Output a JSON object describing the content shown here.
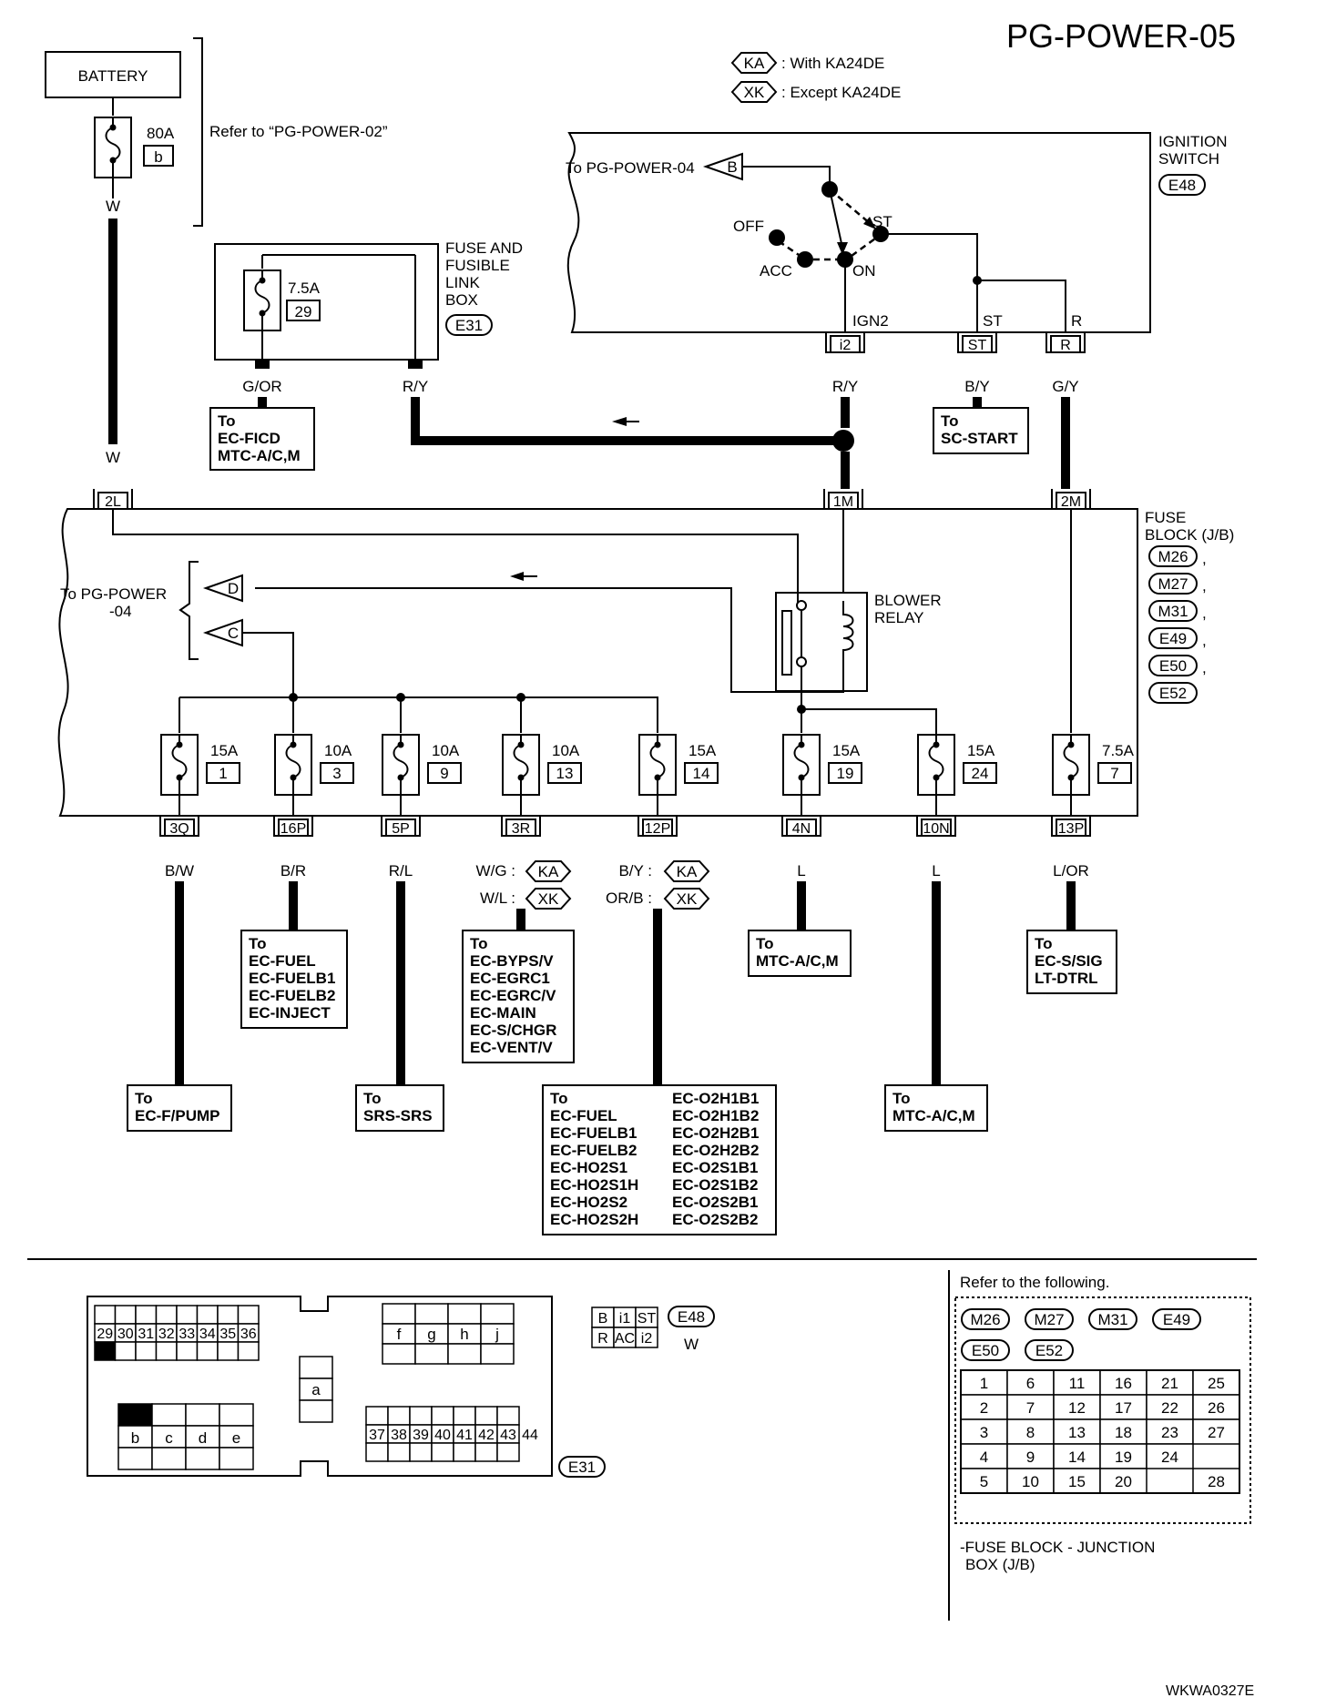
{
  "page_title": "PG-POWER-05",
  "legend": [
    {
      "code": "KA",
      "text": ": With KA24DE"
    },
    {
      "code": "XK",
      "text": ": Except KA24DE"
    }
  ],
  "battery": {
    "label": "BATTERY",
    "fuse_rating": "80A",
    "fuse_id": "b",
    "wire": "W",
    "refer_note": "Refer to “PG-POWER-02”"
  },
  "fuse_link_box": {
    "label_lines": [
      "FUSE AND",
      "FUSIBLE",
      "LINK",
      "BOX"
    ],
    "connector": "E31",
    "fuse_rating": "7.5A",
    "fuse_id": "29",
    "wire_left": "G/OR",
    "wire_right": "R/Y",
    "dest_lines": [
      "To",
      "EC-FICD",
      "MTC-A/C,M"
    ]
  },
  "ignition": {
    "label_lines": [
      "IGNITION",
      "SWITCH"
    ],
    "connector": "E48",
    "to_label": "To PG-POWER-04",
    "to_code": "B",
    "positions": {
      "off": "OFF",
      "acc": "ACC",
      "on": "ON",
      "st": "ST"
    },
    "term_labels": {
      "ign2": "IGN2",
      "st": "ST",
      "r": "R"
    },
    "pins": [
      {
        "id": "i2",
        "wire": "R/Y"
      },
      {
        "id": "ST",
        "wire": "B/Y",
        "dest_lines": [
          "To",
          "SC-START"
        ]
      },
      {
        "id": "R",
        "wire": "G/Y"
      }
    ]
  },
  "fuse_block": {
    "label_lines": [
      "FUSE",
      "BLOCK (J/B)"
    ],
    "connectors": [
      "M26",
      "M27",
      "M31",
      "E49",
      "E50",
      "E52"
    ],
    "connector_sep": ",",
    "top_pins": [
      {
        "id": "2L",
        "wire": "W"
      },
      {
        "id": "1M"
      },
      {
        "id": "2M"
      }
    ],
    "relay_label_lines": [
      "BLOWER",
      "RELAY"
    ],
    "to_power04_lines": [
      "To PG-POWER",
      "-04"
    ],
    "to_codes": [
      "D",
      "C"
    ],
    "fuses": [
      {
        "rating": "15A",
        "id": "1",
        "pin": "3Q",
        "wire": "B/W",
        "dest_lines": [
          "To",
          "EC-F/PUMP"
        ]
      },
      {
        "rating": "10A",
        "id": "3",
        "pin": "16P",
        "wire": "B/R",
        "dest_lines": [
          "To",
          "EC-FUEL",
          "EC-FUELB1",
          "EC-FUELB2",
          "EC-INJECT"
        ]
      },
      {
        "rating": "10A",
        "id": "9",
        "pin": "5P",
        "wire": "R/L",
        "dest_lines": [
          "To",
          "SRS-SRS"
        ]
      },
      {
        "rating": "10A",
        "id": "13",
        "pin": "3R",
        "wire_lines": [
          {
            "wire": "W/G :",
            "code": "KA"
          },
          {
            "wire": "W/L :",
            "code": "XK"
          }
        ],
        "dest_lines": [
          "To",
          "EC-BYPS/V",
          "EC-EGRC1",
          "EC-EGRC/V",
          "EC-MAIN",
          "EC-S/CHGR",
          "EC-VENT/V"
        ]
      },
      {
        "rating": "15A",
        "id": "14",
        "pin": "12P",
        "wire_lines": [
          {
            "wire": "B/Y :",
            "code": "KA"
          },
          {
            "wire": "OR/B :",
            "code": "XK"
          }
        ],
        "dest_col1": [
          "To",
          "EC-FUEL",
          "EC-FUELB1",
          "EC-FUELB2",
          "EC-HO2S1",
          "EC-HO2S1H",
          "EC-HO2S2",
          "EC-HO2S2H"
        ],
        "dest_col2": [
          "EC-O2H1B1",
          "EC-O2H1B2",
          "EC-O2H2B1",
          "EC-O2H2B2",
          "EC-O2S1B1",
          "EC-O2S1B2",
          "EC-O2S2B1",
          "EC-O2S2B2"
        ]
      },
      {
        "rating": "15A",
        "id": "19",
        "pin": "4N",
        "wire": "L",
        "dest_lines": [
          "To",
          "MTC-A/C,M"
        ]
      },
      {
        "rating": "15A",
        "id": "24",
        "pin": "10N",
        "wire": "L",
        "dest_lines": [
          "To",
          "MTC-A/C,M"
        ]
      },
      {
        "rating": "7.5A",
        "id": "7",
        "pin": "13P",
        "wire": "L/OR",
        "dest_lines": [
          "To",
          "EC-S/SIG",
          "LT-DTRL"
        ]
      }
    ]
  },
  "connector_views": {
    "e31": {
      "label": "E31",
      "pins_row": [
        "29",
        "30",
        "31",
        "32",
        "33",
        "34",
        "35",
        "36"
      ],
      "letters_top": [
        "f",
        "g",
        "h",
        "j"
      ],
      "letter_mid": "a",
      "letters_bottom": [
        "b",
        "c",
        "d",
        "e"
      ],
      "pins_row2": [
        "37",
        "38",
        "39",
        "40",
        "41",
        "42",
        "43",
        "44"
      ]
    },
    "e48": {
      "label": "E48",
      "color": "W",
      "cells": [
        "B",
        "i1",
        "ST",
        "R",
        "AC",
        "i2"
      ]
    }
  },
  "refer_panel": {
    "title": "Refer to the following.",
    "connectors": [
      "M26",
      "M27",
      "M31",
      "E49",
      "E50",
      "E52"
    ],
    "grid": [
      [
        "1",
        "6",
        "11",
        "16",
        "21",
        "25"
      ],
      [
        "2",
        "7",
        "12",
        "17",
        "22",
        "26"
      ],
      [
        "3",
        "8",
        "13",
        "18",
        "23",
        "27"
      ],
      [
        "4",
        "9",
        "14",
        "19",
        "24",
        ""
      ],
      [
        "5",
        "10",
        "15",
        "20",
        "",
        "28"
      ]
    ],
    "caption_lines": [
      "-FUSE BLOCK - JUNCTION",
      "BOX (J/B)"
    ]
  },
  "footer_code": "WKWA0327E"
}
